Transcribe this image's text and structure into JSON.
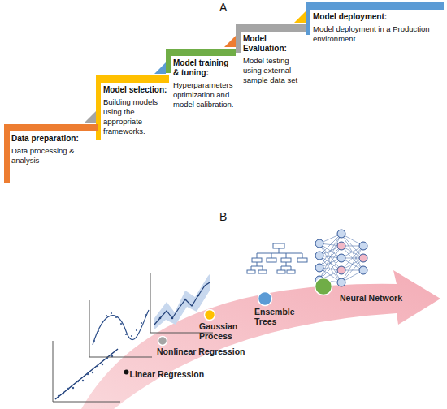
{
  "diagram": {
    "nodes": [
      {
        "text": [
          "Data preparation:",
          "Data processing & analysis"
        ]
      },
      {
        "text": [
          "Model selection:",
          "Building models using the appropriate frameworks."
        ]
      },
      {
        "text": [
          "Model training & tuning:",
          "Hyperparameters optimization and model calibration."
        ]
      },
      {
        "text": [
          "Model Evaluation:",
          "Model testing using external sample data set"
        ]
      },
      {
        "text": [
          "Model deployment:",
          "Model deployment in a Production environment"
        ]
      },
      {
        "text": [
          "Linear Regression"
        ]
      },
      {
        "text": [
          "Nonlinear Regression"
        ]
      },
      {
        "text": [
          "Gaussian Process"
        ]
      },
      {
        "text": [
          "Ensemble Trees"
        ]
      },
      {
        "text": [
          "Neural Network"
        ]
      }
    ],
    "labels": [
      "A",
      "B"
    ]
  }
}
